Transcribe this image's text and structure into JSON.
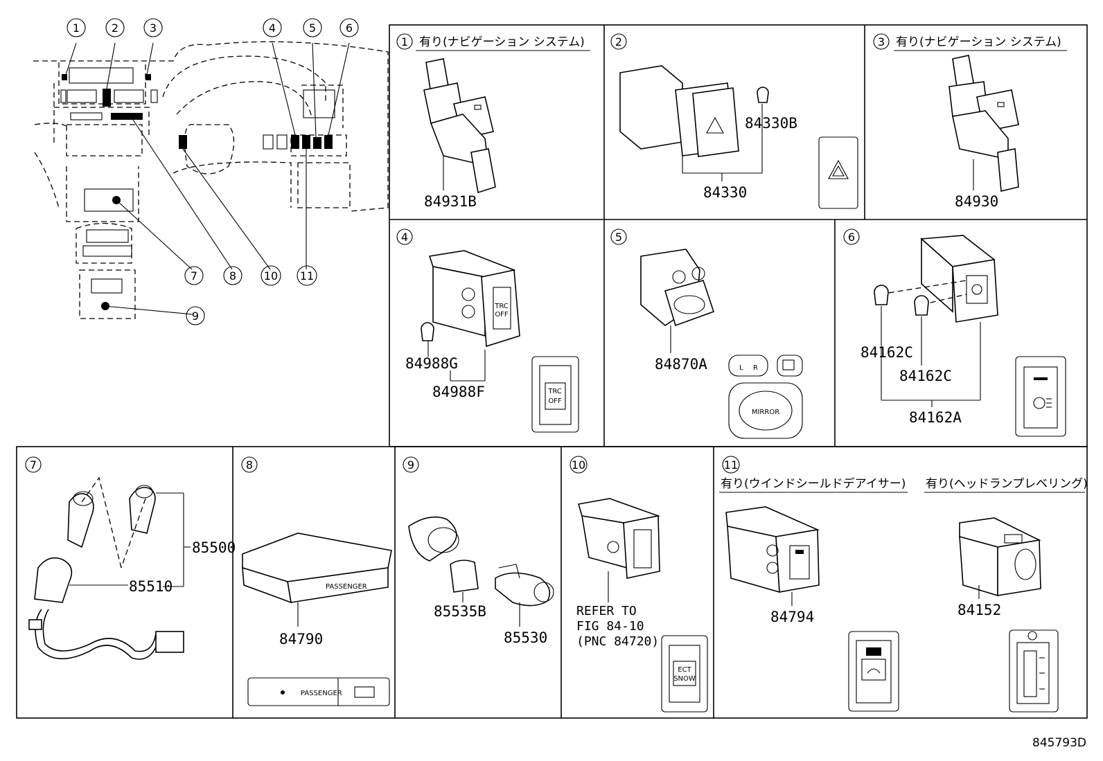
{
  "overview": {
    "callouts": [
      "1",
      "2",
      "3",
      "4",
      "5",
      "6",
      "7",
      "8",
      "9",
      "10",
      "11"
    ]
  },
  "panels": [
    {
      "num": "1",
      "caption": "有り(ナビゲーション システム)",
      "parts": [
        "84931B"
      ]
    },
    {
      "num": "2",
      "caption": "",
      "parts": [
        "84330B",
        "84330"
      ]
    },
    {
      "num": "3",
      "caption": "有り(ナビゲーション システム)",
      "parts": [
        "84930"
      ]
    },
    {
      "num": "4",
      "caption": "",
      "parts": [
        "84988G",
        "84988F"
      ],
      "switch_label": [
        "TRC",
        "OFF"
      ]
    },
    {
      "num": "5",
      "caption": "",
      "parts": [
        "84870A"
      ],
      "switch_label": [
        "L",
        "R",
        "MIRROR"
      ]
    },
    {
      "num": "6",
      "caption": "",
      "parts": [
        "84162C",
        "84162C",
        "84162A"
      ]
    },
    {
      "num": "7",
      "caption": "",
      "parts": [
        "85500",
        "85510"
      ]
    },
    {
      "num": "8",
      "caption": "",
      "parts": [
        "84790"
      ],
      "switch_label": [
        "PASSENGER"
      ]
    },
    {
      "num": "9",
      "caption": "",
      "parts": [
        "85535B",
        "85530"
      ]
    },
    {
      "num": "10",
      "caption": "",
      "parts": [],
      "refer": [
        "REFER TO",
        "FIG 84-10",
        "(PNC 84720)"
      ],
      "switch_label": [
        "ECT",
        "SNOW"
      ]
    },
    {
      "num": "11",
      "caption": "有り(ウインドシールドデアイサー)",
      "caption2": "有り(ヘッドランプレベリング)",
      "parts": [
        "84794",
        "84152"
      ]
    }
  ],
  "figure_id": "845793D",
  "colors": {
    "line": "#000000",
    "background": "#ffffff"
  }
}
